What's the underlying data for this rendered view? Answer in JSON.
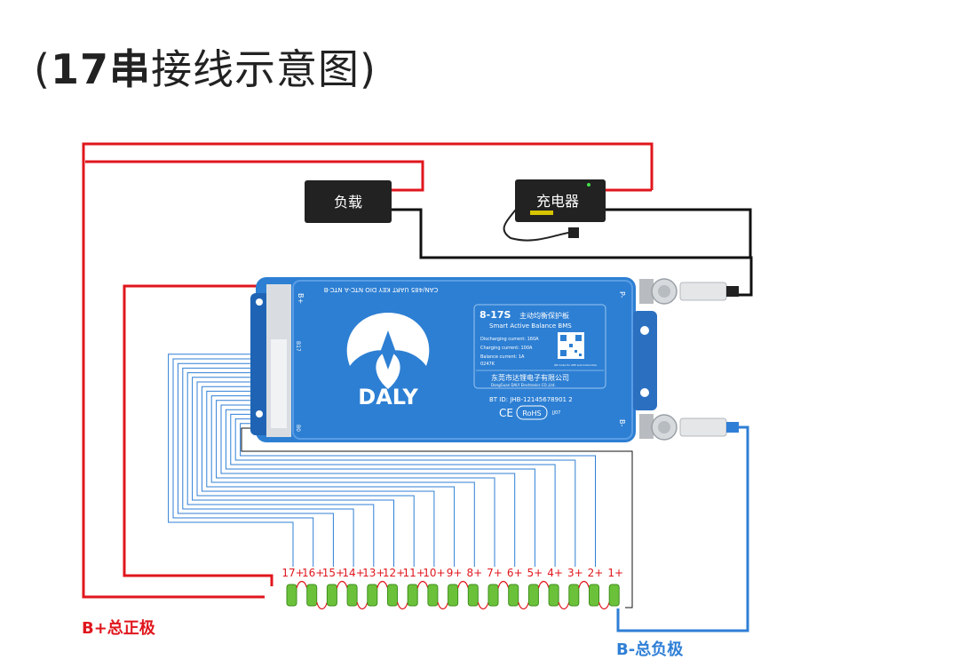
{
  "title": {
    "open": "(",
    "bold": "17串",
    "rest": "接线示意图",
    "close": ")"
  },
  "load_label": "负载",
  "charger_label": "充电器",
  "bms": {
    "model": "8-17S",
    "subtitle_cn": "主动均衡保护板",
    "subtitle_en": "Smart Active Balance BMS",
    "specs": [
      "Discharging current: 160A",
      "Charging current: 100A",
      "Balance current: 1A",
      "0247K"
    ],
    "qr_note": "QR Code for APP and instruction",
    "company_cn": "东莞市达锂电子有限公司",
    "company_en": "DongGuan DALY Electronics CO.,Ltd.",
    "bt_id": "BT ID: JHB-12145678901 2",
    "cert": "CE",
    "rohs": "RoHS",
    "code": "JJ07",
    "brand": "DALY",
    "port_labels": "CAN/485   UART    KEY    DIO   NTC-A   NTC-B",
    "bplus": "B+",
    "pminus": "P-",
    "bminus": "B-",
    "b17": "B17",
    "b0": "B0"
  },
  "cells": [
    "17+",
    "16+",
    "15+",
    "14+",
    "13+",
    "12+",
    "11+",
    "10+",
    "9+",
    "8+",
    "7+",
    "6+",
    "5+",
    "4+",
    "3+",
    "2+",
    "1+"
  ],
  "pos_label": "B+总正极",
  "neg_label": "B-总负极",
  "colors": {
    "red": "#e0161d",
    "blue": "#2f7fd6",
    "bms_blue": "#2d7fd3",
    "cell_green": "#6bc23a",
    "black": "#111111"
  }
}
